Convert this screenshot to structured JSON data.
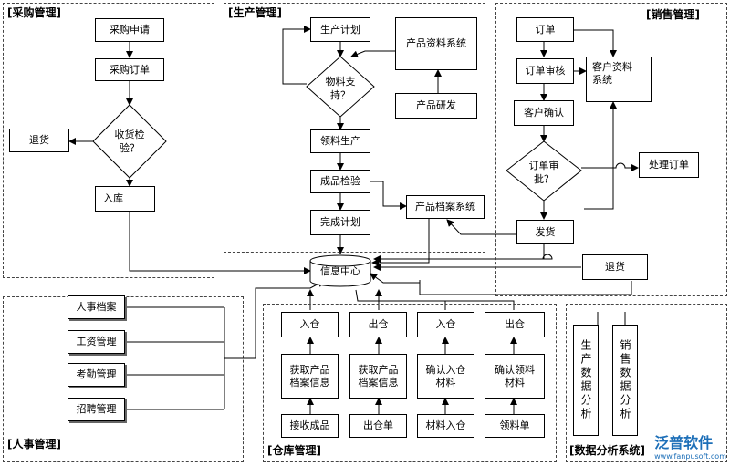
{
  "regions": {
    "purchase": "[采购管理]",
    "production": "[生产管理]",
    "sales": "[销售管理]",
    "hr": "[人事管理]",
    "warehouse": "[仓库管理]",
    "analysis": "[数据分析系统]"
  },
  "purchase": {
    "apply": "采购申请",
    "order": "采购订单",
    "check": "收货检\n验？",
    "return": "退货",
    "instock": "入库"
  },
  "production": {
    "plan": "生产计划",
    "material": "物料支\n持？",
    "product_system": "产品资料系统",
    "rnd": "产品研发",
    "pick": "领料生产",
    "inspect": "成品检验",
    "archive": "产品档案系统",
    "done": "完成计划"
  },
  "sales": {
    "order": "订单",
    "audit": "订单审核",
    "customer_system": "客户资料\n系统",
    "confirm": "客户确认",
    "approve": "订单审\n批？",
    "handle": "处理订单",
    "ship": "发货",
    "return": "退货"
  },
  "center": "信息中心",
  "hr": {
    "items": [
      "人事档案",
      "工资管理",
      "考勤管理",
      "招聘管理"
    ]
  },
  "warehouse": {
    "columns": [
      {
        "top": "入仓",
        "mid": "获取产品\n档案信息",
        "bottom": "接收成品"
      },
      {
        "top": "出仓",
        "mid": "获取产品\n档案信息",
        "bottom": "出仓单"
      },
      {
        "top": "入仓",
        "mid": "确认入仓\n材料",
        "bottom": "材料入仓"
      },
      {
        "top": "出仓",
        "mid": "确认领料\n材料",
        "bottom": "领料单"
      }
    ]
  },
  "analysis": {
    "production": "生产数据分析",
    "sales": "销售数据分析"
  },
  "logo": {
    "name": "泛普软件",
    "url": "www.fanpusoft.com",
    "color": "#1d6fb8"
  }
}
